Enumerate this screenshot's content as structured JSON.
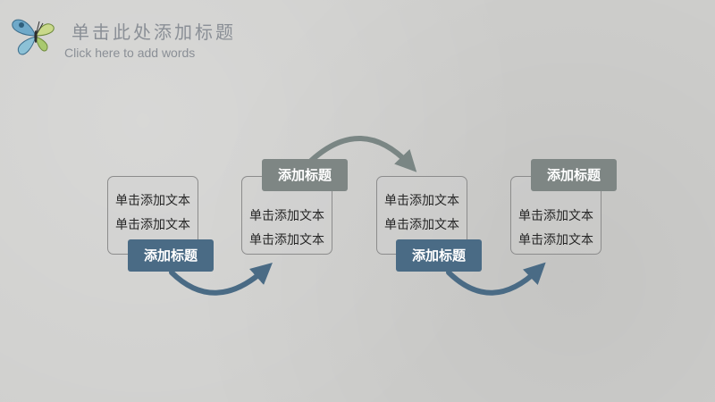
{
  "header": {
    "title": "单击此处添加标题",
    "subtitle": "Click here to add words"
  },
  "colors": {
    "dark_label": "#4a6b85",
    "grey_label": "#7e8684",
    "arrow": "#4a6b85",
    "arrow_top": "#7a8684"
  },
  "icons": {
    "logo": "butterfly-icon"
  },
  "steps": [
    {
      "label": "添加标题",
      "lines": [
        "单击添加文本",
        "单击添加文本"
      ]
    },
    {
      "label": "添加标题",
      "lines": [
        "单击添加文本",
        "单击添加文本"
      ]
    },
    {
      "label": "添加标题",
      "lines": [
        "单击添加文本",
        "单击添加文本"
      ]
    },
    {
      "label": "添加标题",
      "lines": [
        "单击添加文本",
        "单击添加文本"
      ]
    }
  ]
}
